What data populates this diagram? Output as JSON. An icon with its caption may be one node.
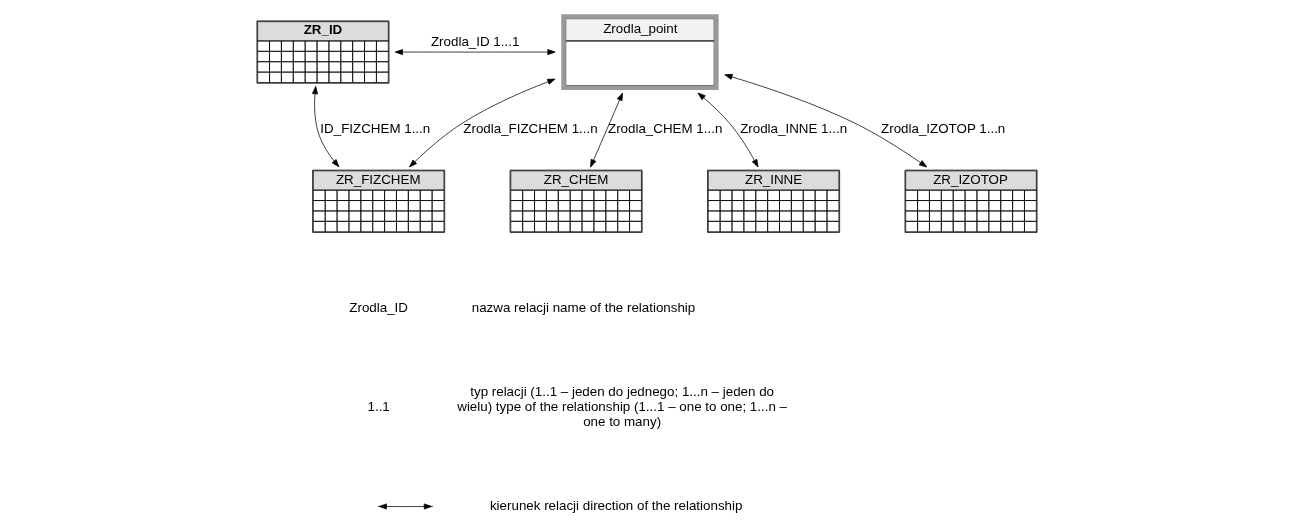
{
  "diagram": {
    "nodes": [
      {
        "text": [
          "ZR_ID"
        ]
      },
      {
        "text": [
          "Zrodla_point"
        ]
      },
      {
        "text": [
          "ZR_FIZCHEM"
        ]
      },
      {
        "text": [
          "ZR_CHEM"
        ]
      },
      {
        "text": [
          "ZR_INNE"
        ]
      },
      {
        "text": [
          "ZR_IZOTOP"
        ]
      }
    ],
    "edges": [
      {
        "from": 0,
        "to": 1,
        "arrow": "both",
        "label": "Zrodla_ID 1...1"
      },
      {
        "from": 0,
        "to": 2,
        "arrow": "both",
        "label": "ID_FIZCHEM 1...n"
      },
      {
        "from": 1,
        "to": 2,
        "arrow": "both",
        "label": "Zrodla_FIZCHEM 1...n"
      },
      {
        "from": 1,
        "to": 3,
        "arrow": "both",
        "label": "Zrodla_CHEM 1...n"
      },
      {
        "from": 1,
        "to": 4,
        "arrow": "both",
        "label": "Zrodla_INNE 1...n"
      },
      {
        "from": 1,
        "to": 5,
        "arrow": "both",
        "label": "Zrodla_IZOTOP 1...n"
      }
    ],
    "labels": [
      "Zrodla_ID",
      "1..1"
    ],
    "legend": [
      {
        "text": "nazwa relacji name of the relationship"
      },
      {
        "text": "typ relacji (1..1 – jeden do jednego; 1...n – jeden do wielu) type of the relationship (1...1 – one to one; 1...n – one to many)"
      },
      {
        "text": "kierunek relacji direction of the relationship"
      }
    ]
  }
}
